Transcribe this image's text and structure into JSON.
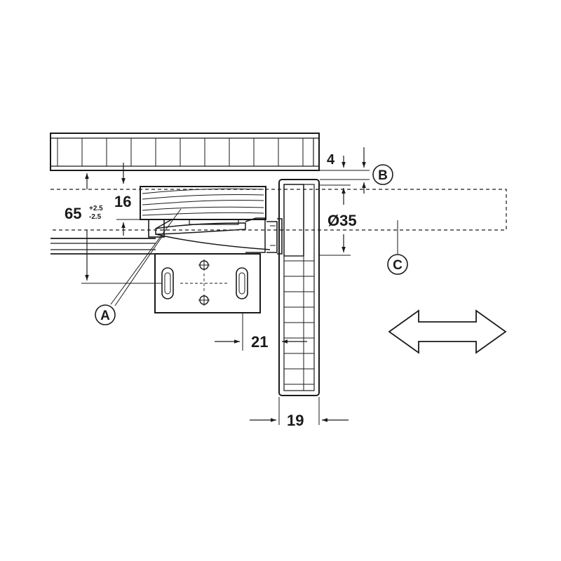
{
  "dimensions": {
    "d65": "65",
    "d65_tol_upper": "+2.5",
    "d65_tol_lower": "-2.5",
    "d16": "16",
    "d4": "4",
    "d35": "Ø35",
    "d21": "21",
    "d19": "19"
  },
  "callouts": {
    "a": "A",
    "b": "B",
    "c": "C"
  },
  "colors": {
    "line": "#1a1a1a",
    "background": "#ffffff"
  },
  "icons": {
    "arrow": "double-headed-arrow-icon"
  }
}
